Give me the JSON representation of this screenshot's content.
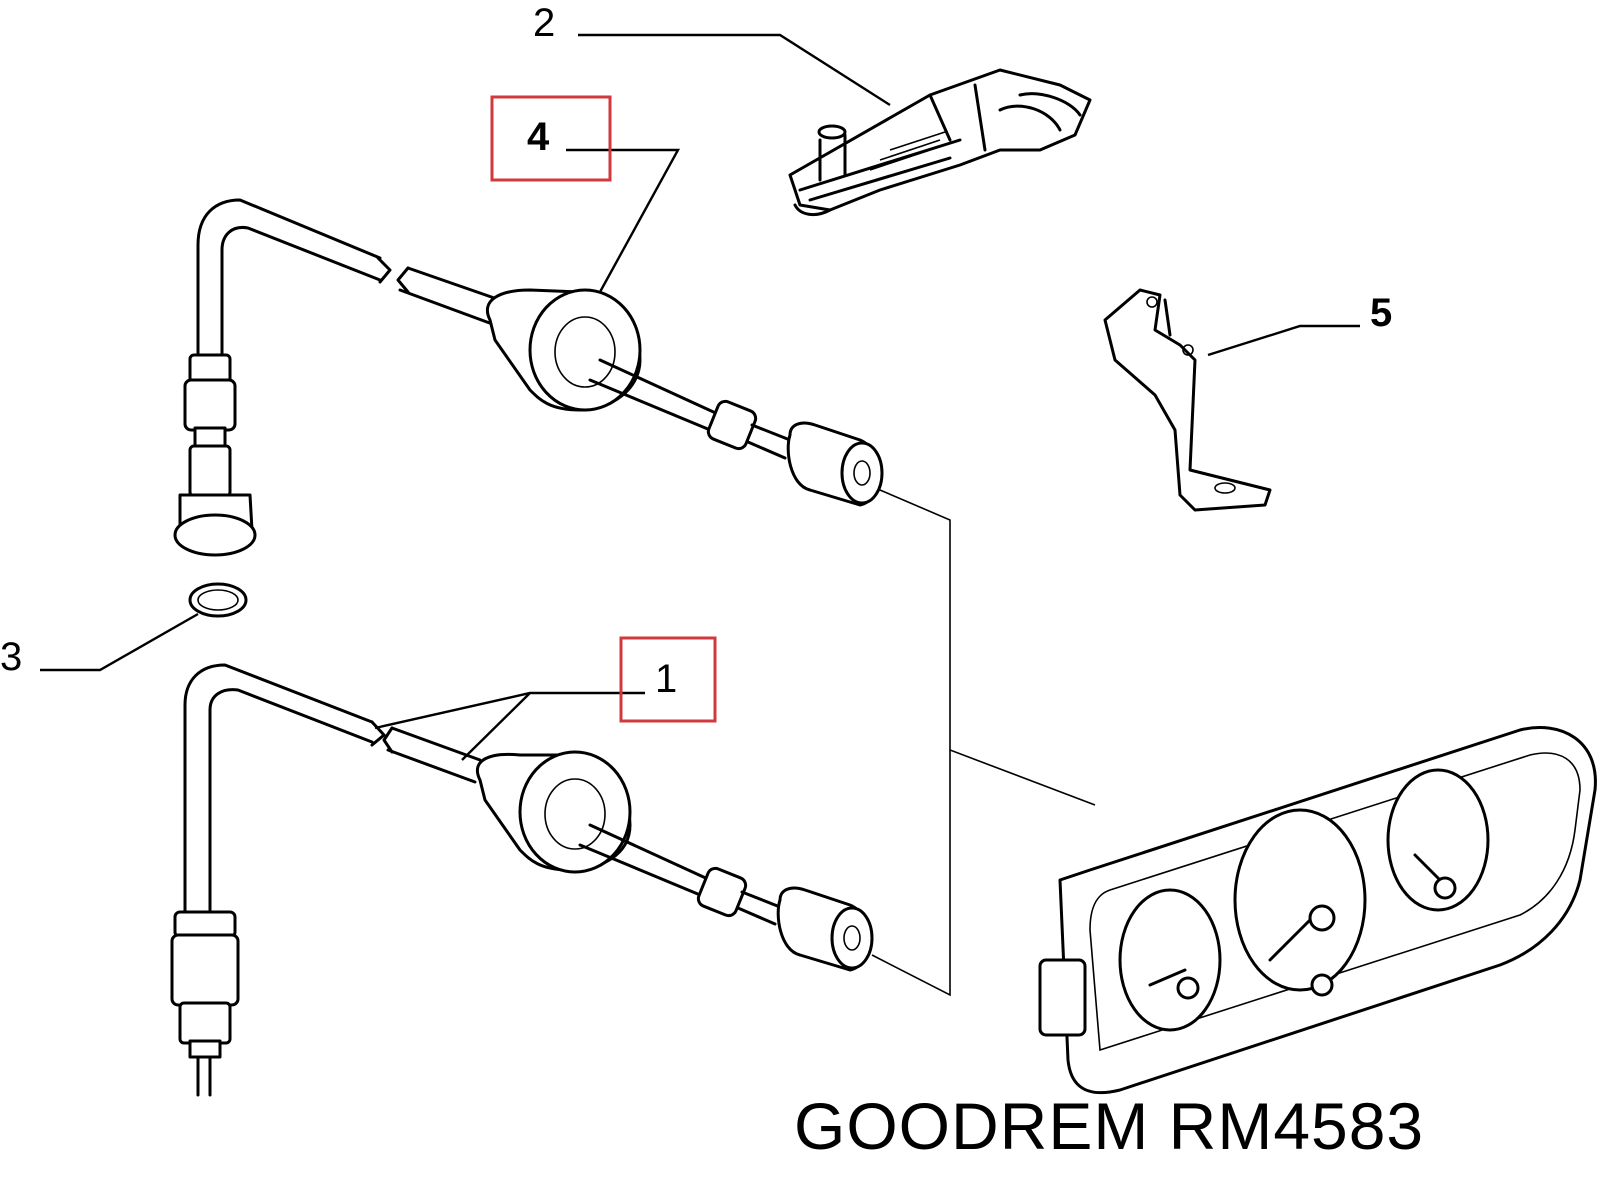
{
  "callouts": [
    {
      "id": "1",
      "label": "1",
      "highlighted": true
    },
    {
      "id": "2",
      "label": "2",
      "highlighted": false
    },
    {
      "id": "3",
      "label": "3",
      "highlighted": false
    },
    {
      "id": "4",
      "label": "4",
      "highlighted": true
    },
    {
      "id": "5",
      "label": "5",
      "highlighted": false
    }
  ],
  "footer": {
    "text": "GOODREM RM4583"
  },
  "colors": {
    "ink": "#000000",
    "highlight": "#d0393e",
    "background": "#ffffff"
  }
}
